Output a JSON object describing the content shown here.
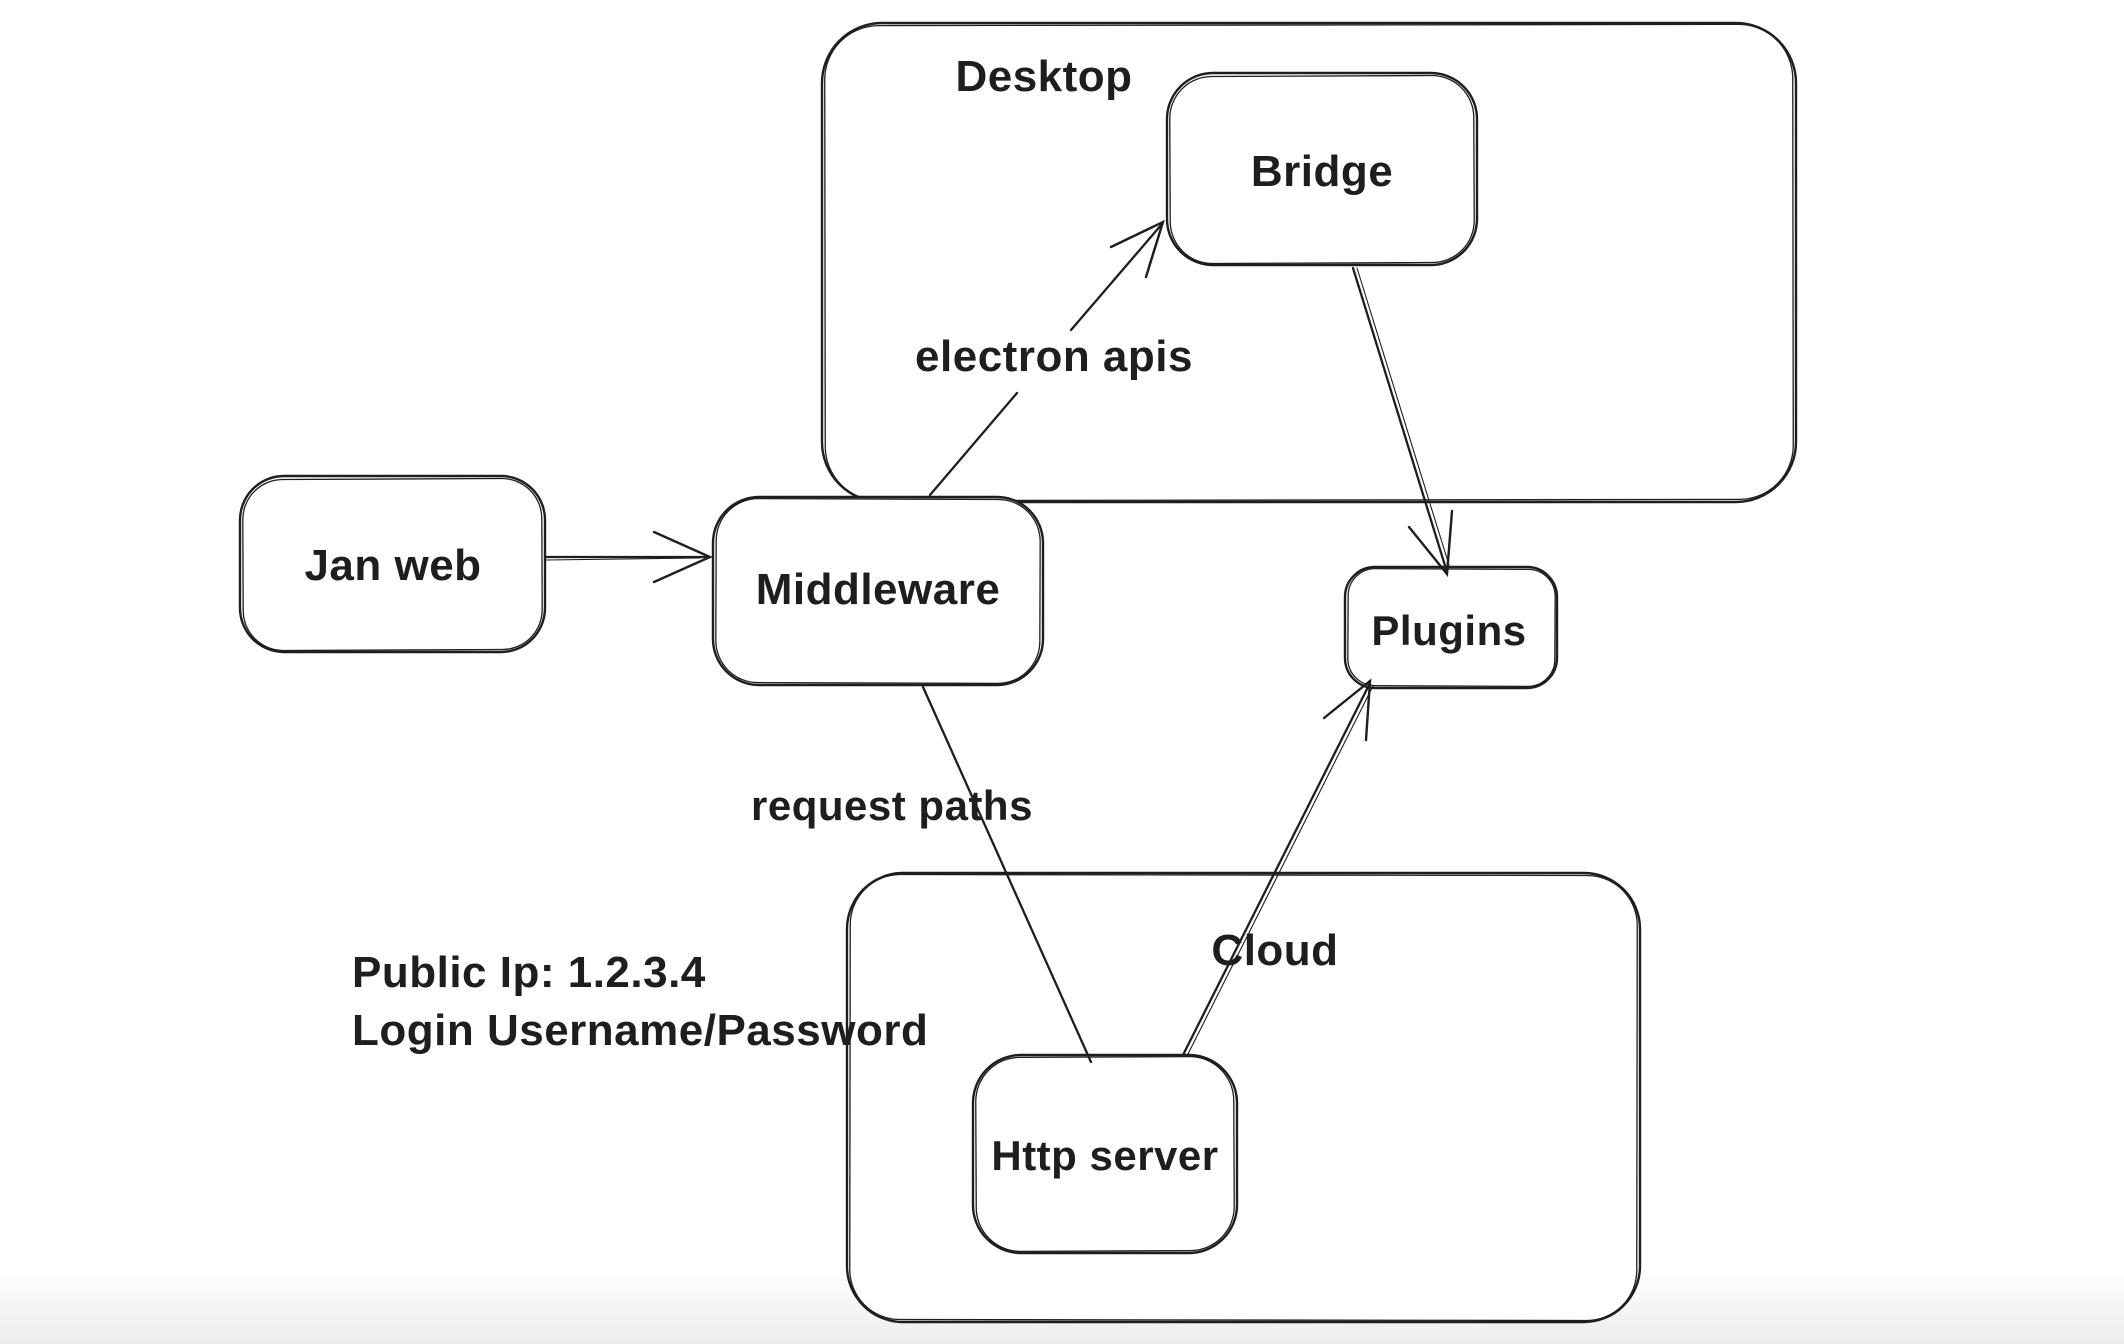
{
  "app": {
    "kind": "hand-drawn architecture diagram",
    "background_color": "#ffffff",
    "stroke_color": "#1e1e1e",
    "text_color": "#1e1e1e"
  },
  "diagram": {
    "containers": [
      {
        "id": "desktop",
        "label": "Desktop",
        "contains": [
          "bridge"
        ]
      },
      {
        "id": "cloud",
        "label": "Cloud",
        "contains": [
          "http-server"
        ]
      }
    ],
    "nodes": [
      {
        "id": "jan-web",
        "label": "Jan web"
      },
      {
        "id": "middleware",
        "label": "Middleware"
      },
      {
        "id": "bridge",
        "label": "Bridge"
      },
      {
        "id": "plugins",
        "label": "Plugins"
      },
      {
        "id": "http-server",
        "label": "Http server"
      }
    ],
    "edges": [
      {
        "from": "jan-web",
        "to": "middleware",
        "label": "",
        "arrow": true
      },
      {
        "from": "middleware",
        "to": "bridge",
        "label": "electron apis",
        "arrow": true
      },
      {
        "from": "bridge",
        "to": "plugins",
        "label": "",
        "arrow": true
      },
      {
        "from": "middleware",
        "to": "http-server",
        "label": "request paths",
        "arrow": false
      },
      {
        "from": "http-server",
        "to": "plugins",
        "label": "",
        "arrow": true
      }
    ],
    "annotation": {
      "line1": "Public Ip: 1.2.3.4",
      "line2": "Login Username/Password"
    }
  }
}
